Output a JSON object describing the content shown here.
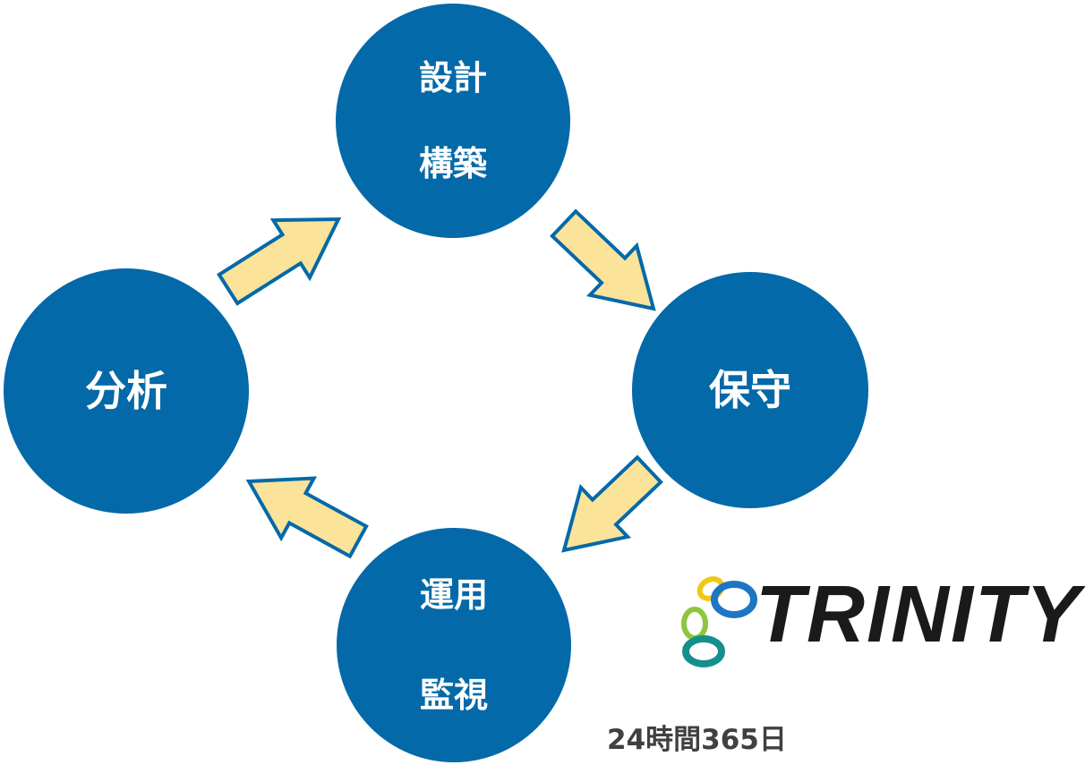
{
  "diagram": {
    "nodes": [
      {
        "id": "design",
        "lines": [
          "設計",
          "構築"
        ]
      },
      {
        "id": "maintain",
        "lines": [
          "保守"
        ]
      },
      {
        "id": "operate",
        "lines": [
          "運用",
          "監視"
        ]
      },
      {
        "id": "analyze",
        "lines": [
          "分析"
        ]
      }
    ],
    "edges": [
      {
        "from": "design",
        "to": "maintain"
      },
      {
        "from": "maintain",
        "to": "operate"
      },
      {
        "from": "operate",
        "to": "analyze"
      },
      {
        "from": "analyze",
        "to": "design"
      }
    ],
    "colors": {
      "node_fill": "#0469a8",
      "node_text": "#ffffff",
      "arrow_fill": "#fbe39a",
      "arrow_stroke": "#0469a8"
    }
  },
  "logo": {
    "text": "TRINITY",
    "icon": "ring-chain-icon"
  },
  "caption": "24時間365日"
}
